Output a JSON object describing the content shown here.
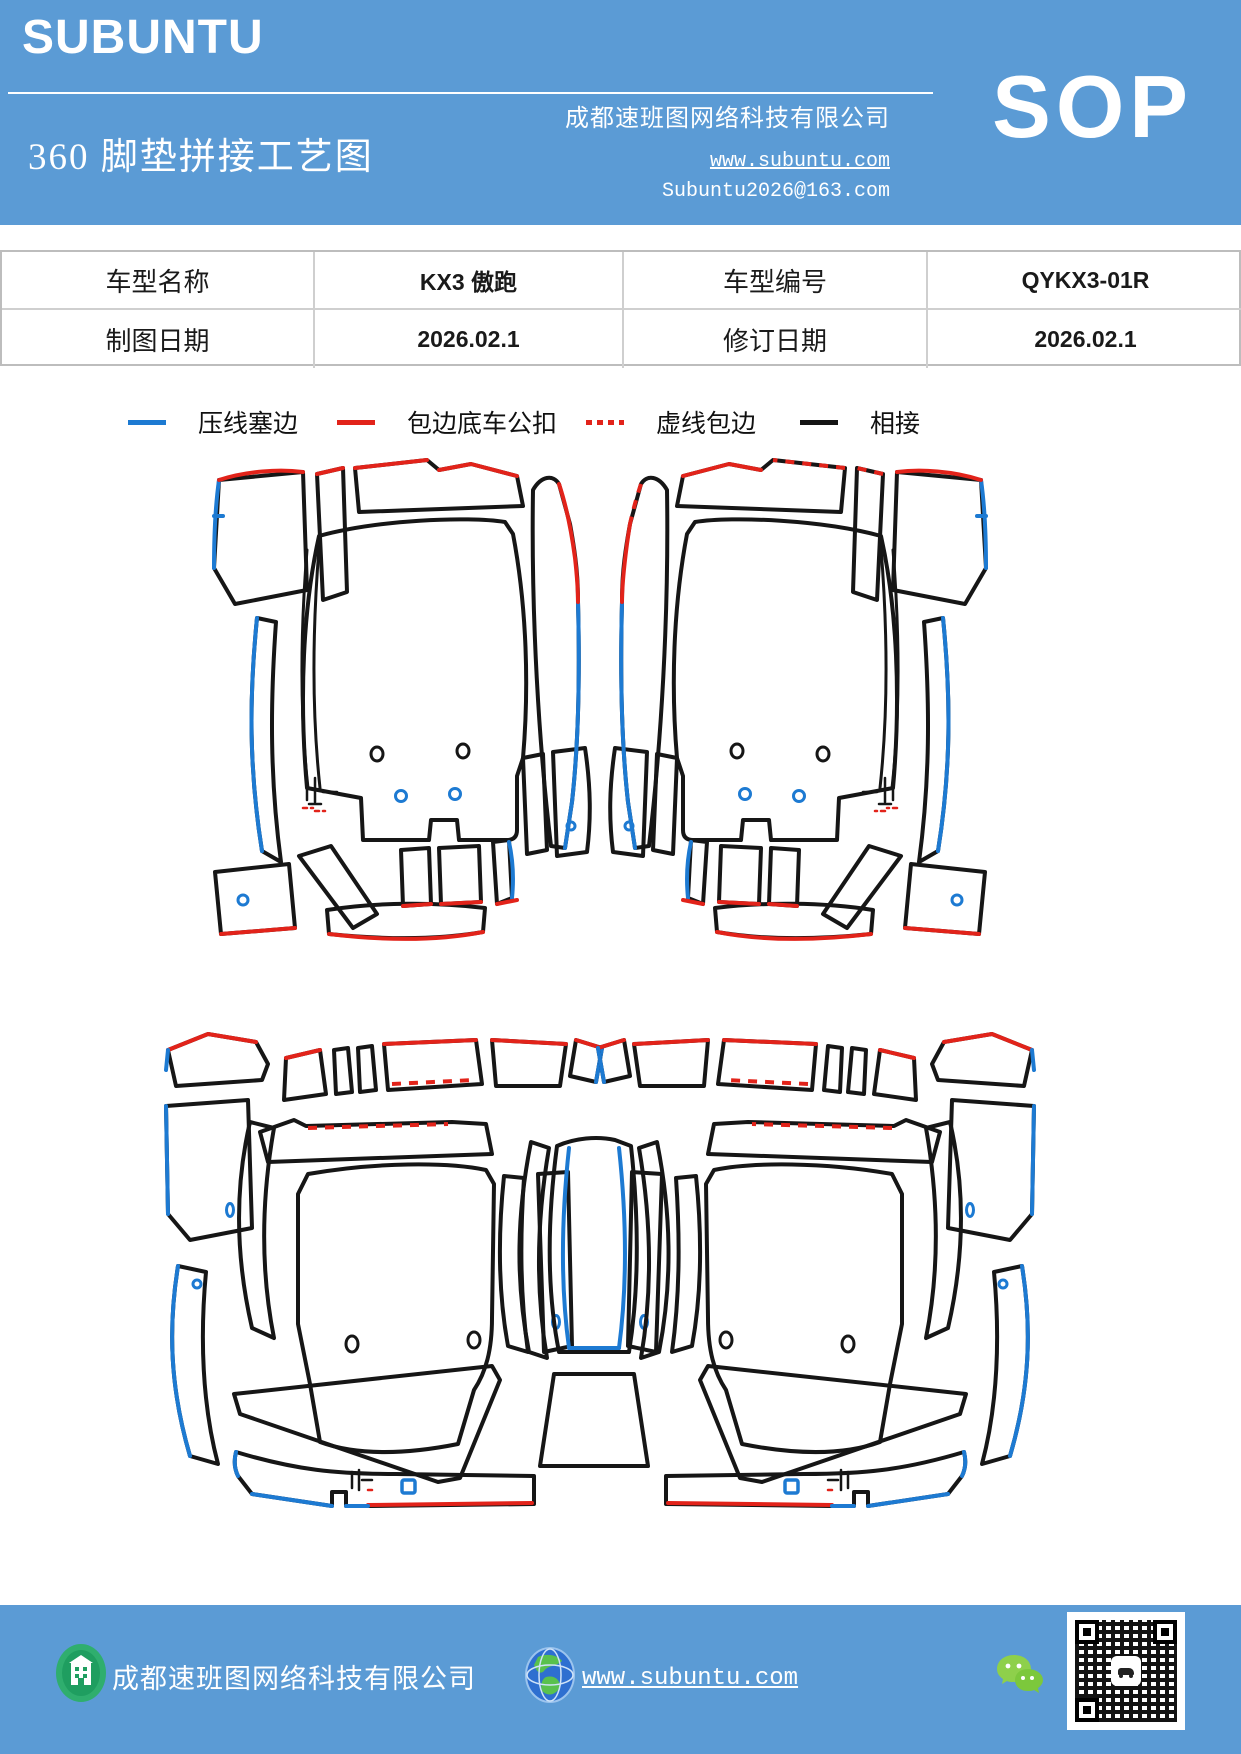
{
  "header": {
    "brand": "SUBUNTU",
    "doc_title": "360 脚垫拼接工艺图",
    "company": "成都速班图网络科技有限公司",
    "website": "www.subuntu.com",
    "email": "Subuntu2026@163.com",
    "sop_label": "SOP",
    "bg_color": "#5b9bd5"
  },
  "info_table": {
    "rows": [
      {
        "label1": "车型名称",
        "value1": "KX3 傲跑",
        "label2": "车型编号",
        "value2": "QYKX3-01R"
      },
      {
        "label1": "制图日期",
        "value1": "2026.02.1",
        "label2": "修订日期",
        "value2": "2026.02.1"
      }
    ]
  },
  "legend": {
    "items": [
      {
        "label": "压线塞边",
        "line_color": "#1d7ad2",
        "style": "solid"
      },
      {
        "label": "包边底车公扣",
        "line_color": "#e2231a",
        "style": "solid"
      },
      {
        "label": "虚线包边",
        "line_color": "#e2231a",
        "style": "dashed"
      },
      {
        "label": "相接",
        "line_color": "#141414",
        "style": "solid"
      }
    ]
  },
  "diagram_colors": {
    "outline_black": "#161616",
    "edge_blue": "#1d7ad2",
    "edge_red": "#e2231a"
  },
  "footer": {
    "company": "成都速班图网络科技有限公司",
    "website": "www.subuntu.com",
    "bg_color": "#5b9bd5",
    "icons": [
      "building-icon",
      "globe-icon",
      "wechat-icon",
      "qr-code"
    ]
  }
}
